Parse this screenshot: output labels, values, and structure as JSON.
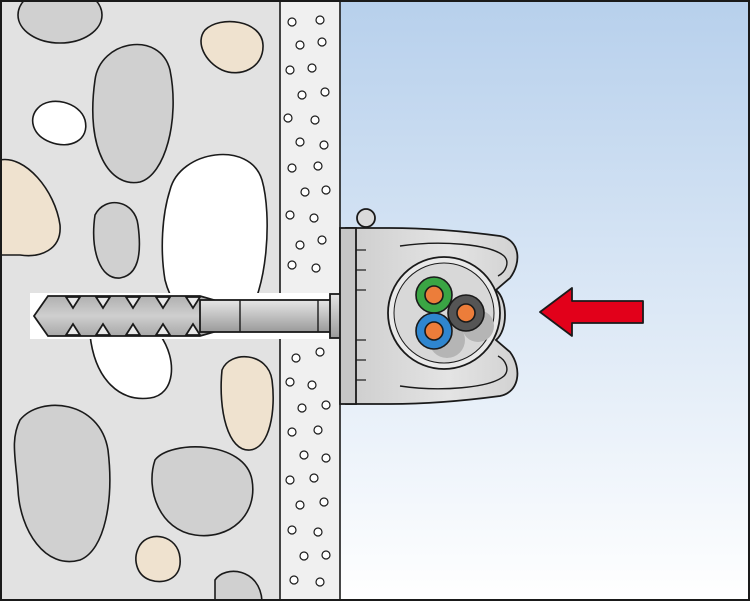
{
  "illustration": {
    "subject": "",
    "colors": {
      "concrete": "#e2e2e2",
      "plaster": "#f0f0f0",
      "background_top": "#b7d0ec",
      "background_bottom": "#ffffff",
      "stone_gray": "#d0d0d0",
      "stone_white": "#ffffff",
      "stone_beige": "#efe2cf",
      "metal": "#c2c2c2",
      "clip": "#dadada",
      "wire_green": "#3aa544",
      "wire_blue": "#2f86cf",
      "wire_dark": "#555555",
      "wire_core": "#ec7d3a",
      "arrow": "#e2001a",
      "outline": "#1a1a1a"
    },
    "cables": [
      {
        "sheath": "green"
      },
      {
        "sheath": "dark"
      },
      {
        "sheath": "blue"
      }
    ],
    "arrow_direction": "left"
  }
}
